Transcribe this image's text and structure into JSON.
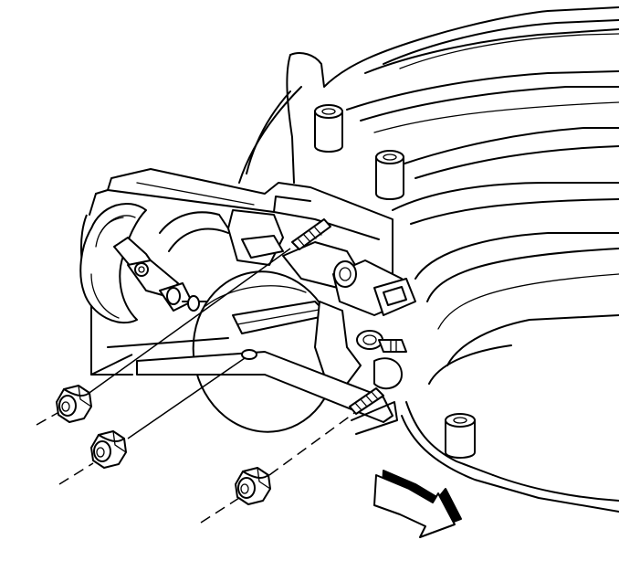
{
  "diagram": {
    "parts": [
      {
        "id": "intake-manifold",
        "icon": "intake-manifold"
      },
      {
        "id": "throttle-body",
        "icon": "throttle-body"
      },
      {
        "id": "throttle-plate",
        "icon": "throttle-plate"
      },
      {
        "id": "stud",
        "icon": "threaded-stud"
      },
      {
        "id": "nut",
        "icon": "hex-flange-nut"
      },
      {
        "id": "direction-arrow",
        "icon": "arrow"
      }
    ],
    "nut_count": 3,
    "colors": {
      "line": "#000000",
      "background": "#ffffff"
    }
  }
}
